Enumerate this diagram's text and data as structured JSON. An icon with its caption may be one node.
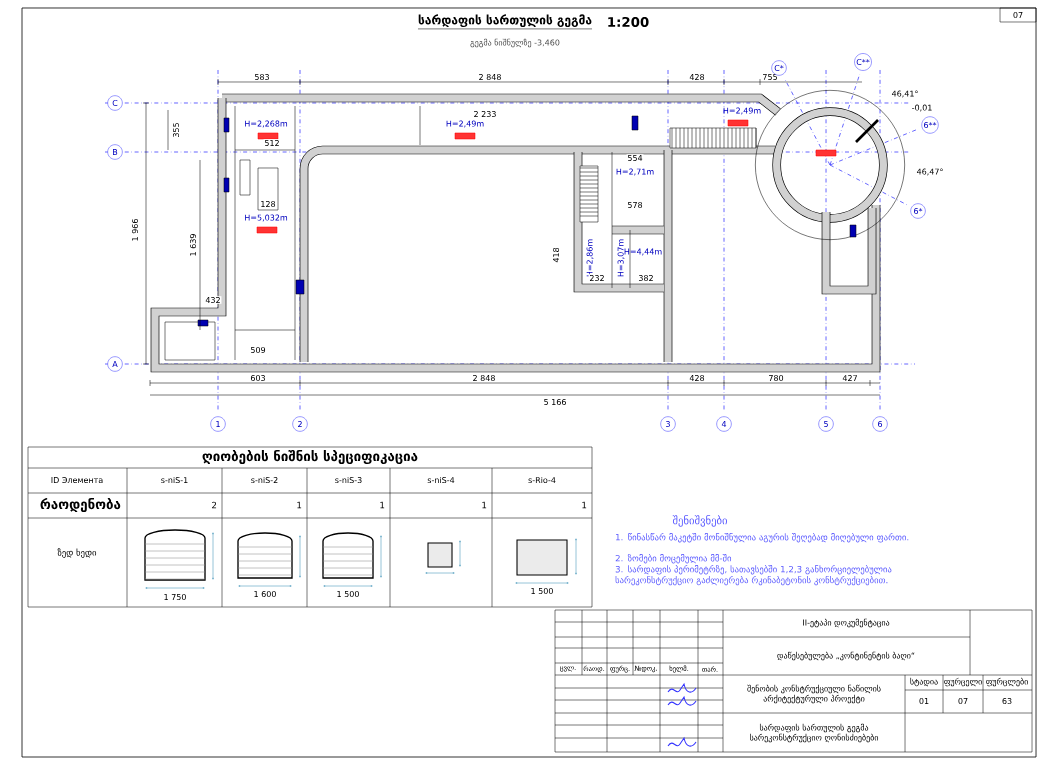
{
  "diagram": {
    "title": "სარდაფის სართულის გეგმა",
    "labels": [
      "1:200",
      "გეგმა ნიშნულზე -3,460",
      "07",
      "583",
      "2 848",
      "428",
      "755",
      "C",
      "B",
      "A",
      "C*",
      "C**",
      "6**",
      "6*",
      "355",
      "1 966",
      "1 639",
      "H=2,268m",
      "H=2,49m",
      "H=2,49m",
      "H=5,032m",
      "H=2,71m",
      "H=2,86m",
      "H=3,07m",
      "H=4,44m",
      "512",
      "2 233",
      "554",
      "128",
      "578",
      "418",
      "432",
      "509",
      "232",
      "382",
      "603",
      "2 848",
      "428",
      "780",
      "427",
      "5 166",
      "46,41°",
      "46,47°",
      "-0,01",
      "1",
      "2",
      "3",
      "4",
      "5",
      "6",
      "ღიობების ნიშნის სპეციფიკაცია",
      "ID Элемента",
      "s-niS-1",
      "s-niS-2",
      "s-niS-3",
      "s-niS-4",
      "s-Rio-4",
      "რაოდენობა",
      "2",
      "1",
      "1",
      "1",
      "1",
      "ზედ ხედი",
      "1 750",
      "1 600",
      "1 500",
      "1 500",
      "შენიშვნები",
      "1. წინასწარ მაკეტში მონიშნულია აგურის შეღებად მიღებული ფართი.",
      "2. ზომები მოცემულია მმ-ში",
      "3. სარდაფის პერიმეტრზე, სათავსებში 1,2,3 განხორციელებულია სარეკონსტრუქციო გაძლიერება რკინაბეტონის კონსტრუქციებით.",
      "II-ეტაპი დოკუმენტაცია",
      "დაწესებულება „კონტინენტის ბაღი“",
      "შენობის კონსტრუქციული ნაწილის არქიტექტურული პროექტი",
      "სტადია",
      "ფურცელი",
      "ფურცლები",
      "01",
      "07",
      "63",
      "სარდაფის სართულის გეგმა სარეკონსტრუქციო ღონისძიებები",
      "ცვლ.",
      "რაოდ.",
      "ფურც.",
      "№დოკ.",
      "ხელმ.",
      "თარ."
    ]
  }
}
